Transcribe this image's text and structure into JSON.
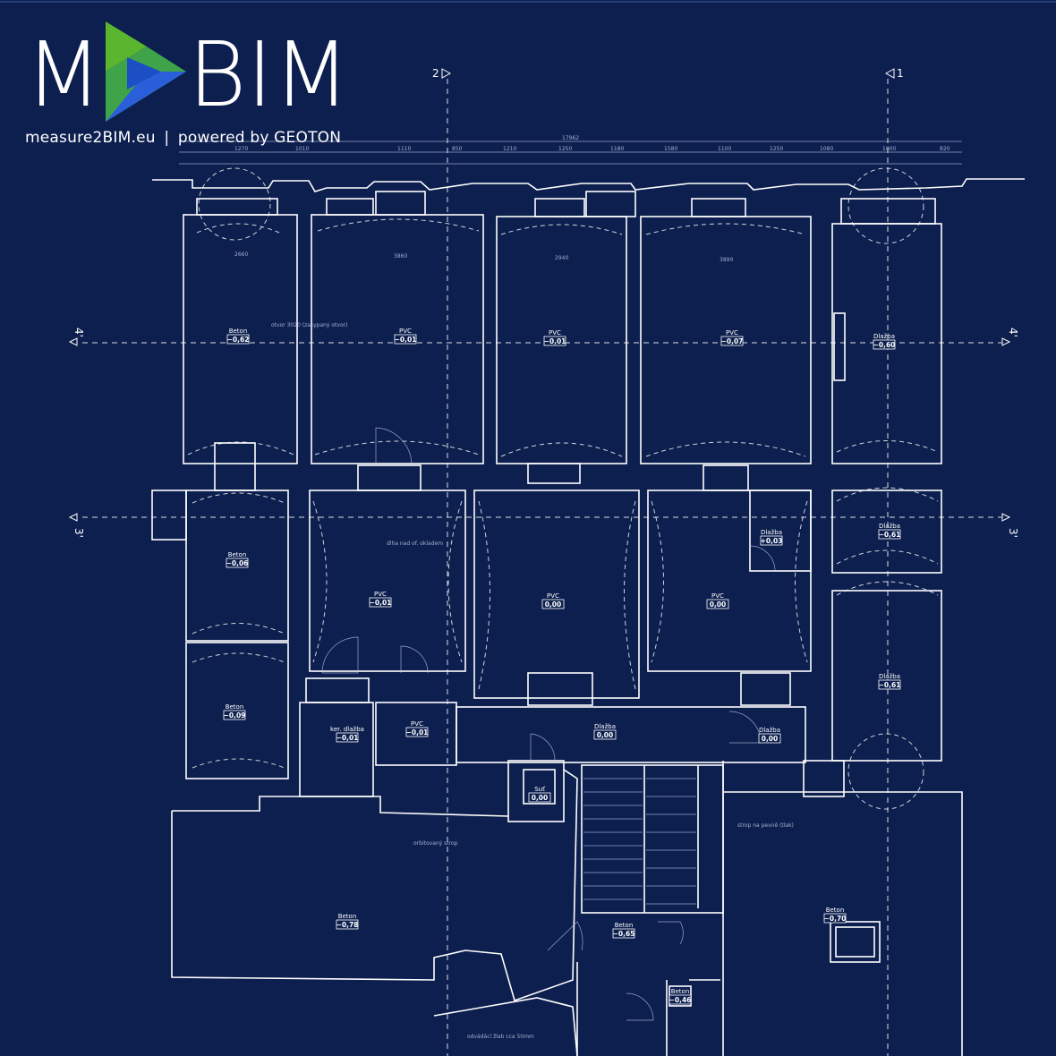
{
  "brand": {
    "logo_left": "M",
    "logo_right": "BIM",
    "tagline_left": "measure2BIM.eu",
    "tagline_sep": "|",
    "tagline_right": "powered by GEOTON",
    "colors": {
      "logo_green": "#5ab52f",
      "logo_blue": "#2b5fd9",
      "background": "#0d1f4e",
      "lines": "#ffffff"
    }
  },
  "axes": {
    "a2": "2",
    "a1": "1",
    "a4_left": "4'",
    "a4_right": "4'",
    "a3_left": "3'",
    "a3_right": "3'"
  },
  "rooms": [
    {
      "material": "Beton",
      "level": "−0,62"
    },
    {
      "material": "PVC",
      "level": "−0,01"
    },
    {
      "material": "PVC",
      "level": "−0,01"
    },
    {
      "material": "PVC",
      "level": "−0,07"
    },
    {
      "material": "Dlažba",
      "level": "−0,60"
    },
    {
      "material": "Beton",
      "level": "−0,06"
    },
    {
      "material": "PVC",
      "level": "−0,01"
    },
    {
      "material": "PVC",
      "level": "0,00"
    },
    {
      "material": "PVC",
      "level": "0,00"
    },
    {
      "material": "Dlažba",
      "level": "+0,03"
    },
    {
      "material": "Dlažba",
      "level": "−0,61"
    },
    {
      "material": "Dlažba",
      "level": "−0,61"
    },
    {
      "material": "Beton",
      "level": "−0,09"
    },
    {
      "material": "ker. dlažba",
      "level": "−0,01"
    },
    {
      "material": "PVC",
      "level": "−0,01"
    },
    {
      "material": "Dlažba",
      "level": "0,00"
    },
    {
      "material": "Dlažba",
      "level": "0,00"
    },
    {
      "material": "Suť",
      "level": "0,00"
    },
    {
      "material": "Beton",
      "level": "−0,78"
    },
    {
      "material": "Beton",
      "level": "−0,65"
    },
    {
      "material": "Beton",
      "level": "−0,70"
    },
    {
      "material": "Beton",
      "level": "−0,46"
    }
  ],
  "dimensions": {
    "overall": "17962",
    "top_row": [
      "1270",
      "1010",
      "1110",
      "850",
      "1210",
      "1250",
      "1180",
      "1580",
      "1100",
      "1250",
      "1080",
      "1000",
      "820"
    ],
    "room_widths": [
      "2660",
      "3860",
      "2940",
      "3890"
    ],
    "notes": [
      "dĺha nad of. okladem",
      "otvor 3020 (zasypaný otvor)",
      "orbitovaný strop",
      "odvádácí žlab cca 50mm",
      "strop na pevně (tlak)"
    ]
  }
}
